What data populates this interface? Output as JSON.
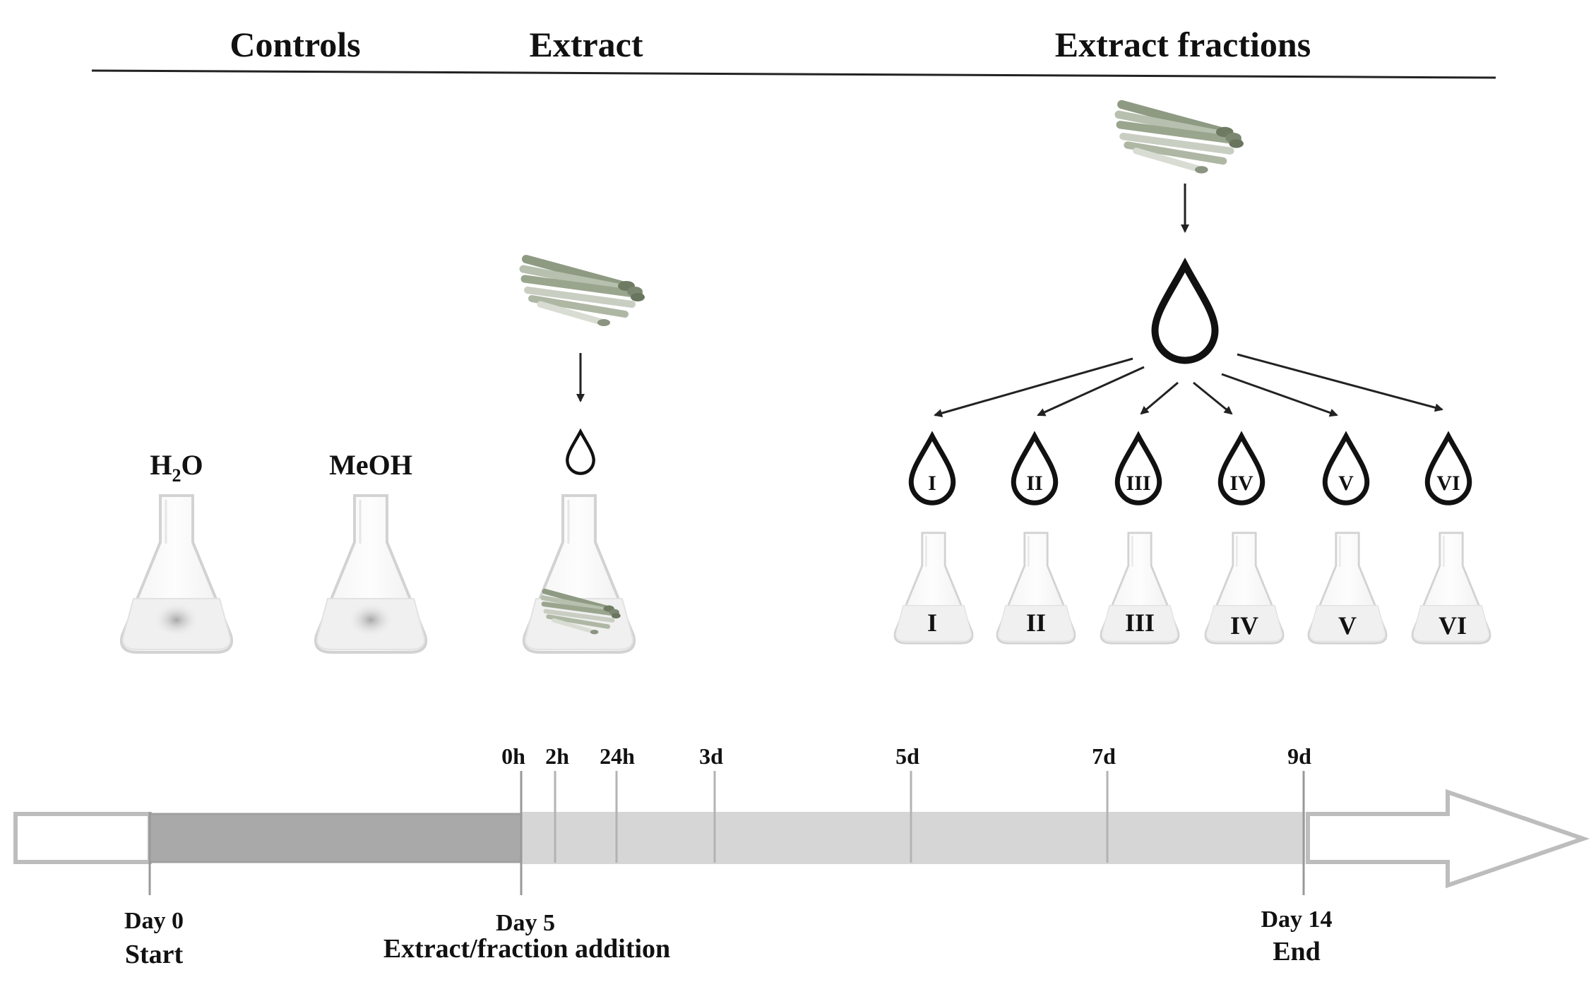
{
  "headers": {
    "controls": "Controls",
    "extract": "Extract",
    "fractions": "Extract fractions"
  },
  "controls": {
    "water_prefix": "H",
    "water_sub": "2",
    "water_suffix": "O",
    "methanol": "MeOH"
  },
  "fractions": [
    "I",
    "II",
    "III",
    "IV",
    "V",
    "VI"
  ],
  "timeline": {
    "ticks": [
      "0h",
      "2h",
      "24h",
      "3d",
      "5d",
      "7d",
      "9d"
    ],
    "day0": "Day 0",
    "start": "Start",
    "day5": "Day 5",
    "addition": "Extract/fraction addition",
    "day14": "Day 14",
    "end": "End"
  },
  "colors": {
    "line": "#222222",
    "timeline_dark": "#a9a9a9",
    "timeline_light": "#d6d6d6",
    "timeline_border": "#bdbdbd",
    "asparagus_green": "#9aa58e"
  }
}
